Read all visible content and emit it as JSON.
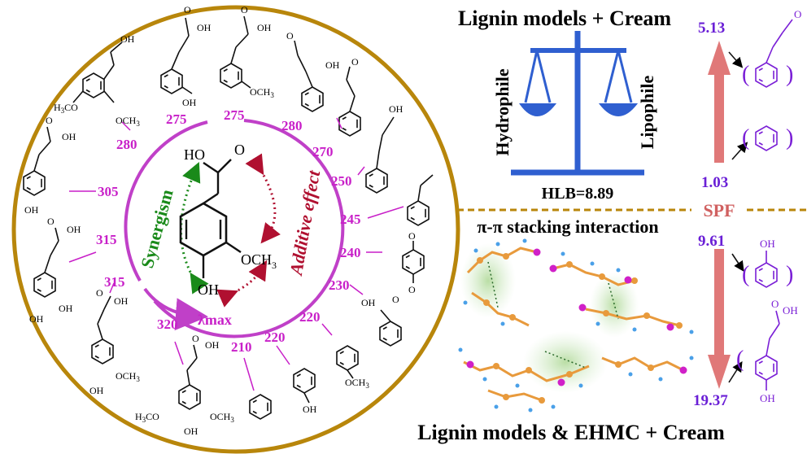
{
  "colors": {
    "ring": "#b8860b",
    "inner_ring": "#c040c8",
    "value_text": "#c81fc8",
    "synergism": "#1a8a1a",
    "additive": "#b01030",
    "scale": "#2f5fd0",
    "spf_arrow": "#e07878",
    "spf_text": "#d06060",
    "spf_values": "#6a1fd6",
    "divider": "#b8860b"
  },
  "circle": {
    "center_labels": {
      "synergism": "Synergism",
      "additive": "Additive effect",
      "lambda": "λmax"
    },
    "center_molecule": {
      "acid_label": "HO",
      "oxygen": "O",
      "methoxy": "OCH",
      "methoxy_sub": "3",
      "hydroxyl": "OH"
    },
    "wavelengths": [
      {
        "value": "275",
        "group": "top"
      },
      {
        "value": "275",
        "group": "top"
      },
      {
        "value": "280",
        "group": "top"
      },
      {
        "value": "280",
        "group": "left"
      },
      {
        "value": "270",
        "group": "right"
      },
      {
        "value": "305",
        "group": "left"
      },
      {
        "value": "250",
        "group": "right"
      },
      {
        "value": "245",
        "group": "right"
      },
      {
        "value": "315",
        "group": "left"
      },
      {
        "value": "240",
        "group": "right"
      },
      {
        "value": "315",
        "group": "left"
      },
      {
        "value": "230",
        "group": "right"
      },
      {
        "value": "320",
        "group": "bottom"
      },
      {
        "value": "220",
        "group": "bottom"
      },
      {
        "value": "220",
        "group": "bottom"
      },
      {
        "value": "210",
        "group": "bottom"
      }
    ],
    "atom_labels": {
      "oh": "OH",
      "o": "O",
      "h3co": "H",
      "h3co_sub": "3",
      "h3co_tail": "CO",
      "och3": "OCH",
      "och3_sub": "3"
    }
  },
  "right_panel": {
    "top_title": "Lignin models + Cream",
    "hydrophile": "Hydrophile",
    "lipophile": "Lipophile",
    "hlb": "HLB=8.89",
    "stacking_title": "π-π stacking interaction",
    "bottom_title": "Lignin models & EHMC + Cream",
    "spf_label": "SPF",
    "spf_values": [
      "5.13",
      "1.03",
      "9.61",
      "19.37"
    ],
    "paren_open": "(",
    "paren_close": ")",
    "oh": "OH",
    "o": "O"
  }
}
